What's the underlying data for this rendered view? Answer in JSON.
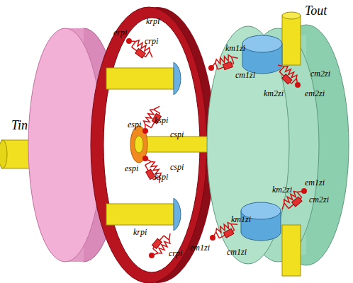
{
  "diagram": {
    "labels": [
      "Tin",
      "erpi",
      "krpi",
      "crpi",
      "kspi",
      "espi",
      "cspi",
      "kspi",
      "cspi",
      "espi",
      "krpi",
      "crpi",
      "Tout",
      "km1zi",
      "cm1zi",
      "cm2zi",
      "km2zi",
      "em2zi",
      "km2zi",
      "cm2zi",
      "em1zi",
      "km1zi",
      "em1zi",
      "cm1zi"
    ]
  }
}
